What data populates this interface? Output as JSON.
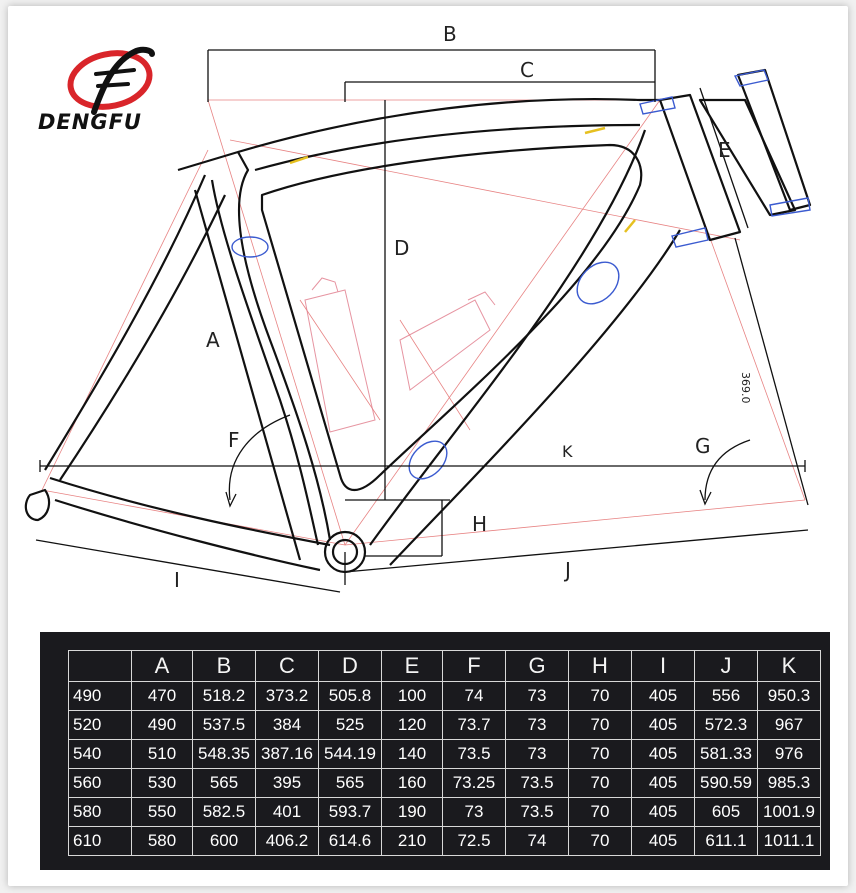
{
  "brand": {
    "name": "DENGFU",
    "logo_letter": "F",
    "colors": {
      "logo_red": "#d9252a",
      "ink": "#111111"
    }
  },
  "dimensions": {
    "labels": [
      "A",
      "B",
      "C",
      "D",
      "E",
      "F",
      "G",
      "H",
      "I",
      "J",
      "K"
    ],
    "seat_tube_note": "369.0"
  },
  "table": {
    "headers": [
      "",
      "A",
      "B",
      "C",
      "D",
      "E",
      "F",
      "G",
      "H",
      "I",
      "J",
      "K"
    ],
    "rows": [
      [
        "490",
        "470",
        "518.2",
        "373.2",
        "505.8",
        "100",
        "74",
        "73",
        "70",
        "405",
        "556",
        "950.3"
      ],
      [
        "520",
        "490",
        "537.5",
        "384",
        "525",
        "120",
        "73.7",
        "73",
        "70",
        "405",
        "572.3",
        "967"
      ],
      [
        "540",
        "510",
        "548.35",
        "387.16",
        "544.19",
        "140",
        "73.5",
        "73",
        "70",
        "405",
        "581.33",
        "976"
      ],
      [
        "560",
        "530",
        "565",
        "395",
        "565",
        "160",
        "73.25",
        "73.5",
        "70",
        "405",
        "590.59",
        "985.3"
      ],
      [
        "580",
        "550",
        "582.5",
        "401",
        "593.7",
        "190",
        "73",
        "73.5",
        "70",
        "405",
        "605",
        "1001.9"
      ],
      [
        "610",
        "580",
        "600",
        "406.2",
        "614.6",
        "210",
        "72.5",
        "74",
        "70",
        "405",
        "611.1",
        "1011.1"
      ]
    ]
  }
}
